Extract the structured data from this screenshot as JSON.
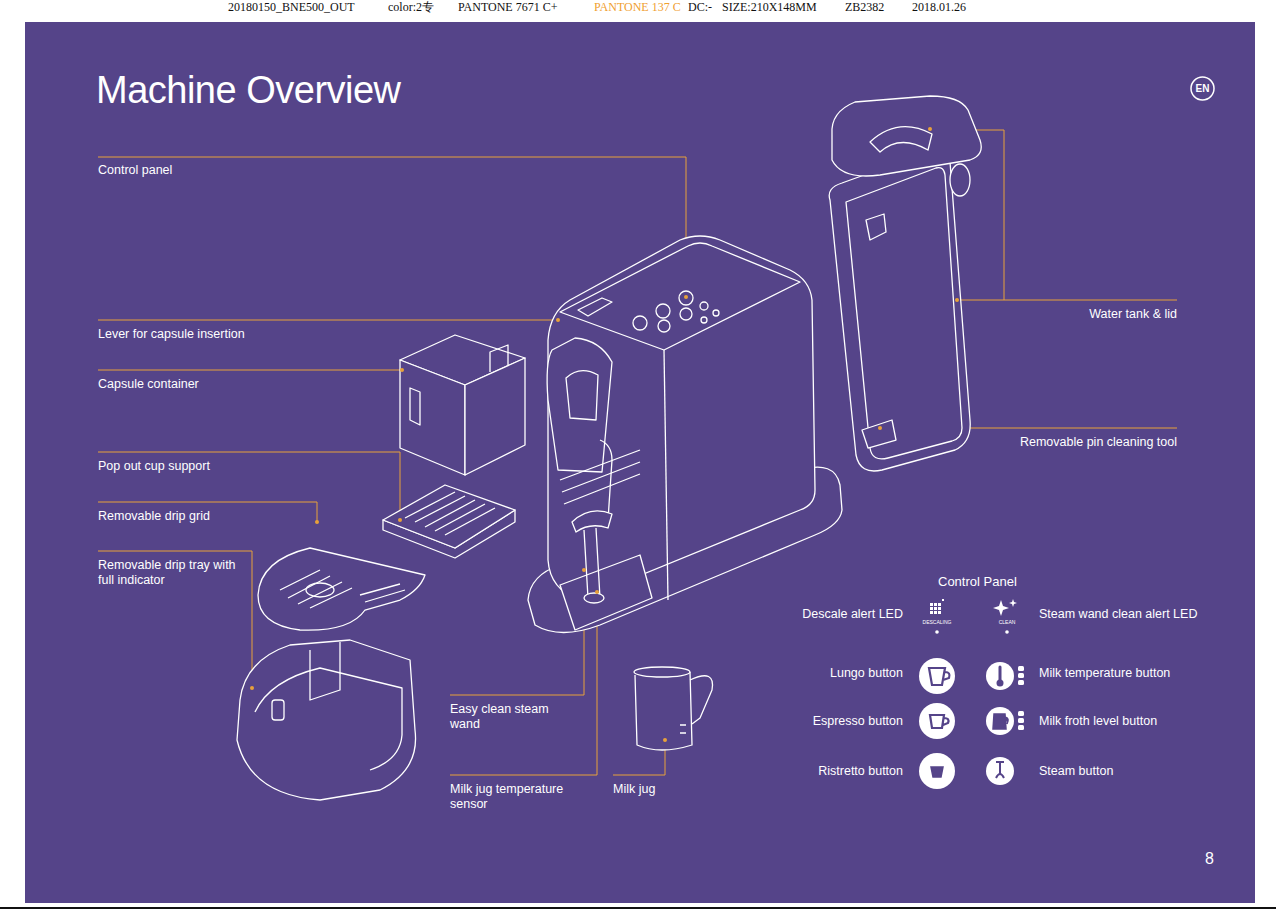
{
  "diagram": {
    "title": "Machine Overview",
    "nodes": [
      {
        "text": [
          "EN"
        ]
      }
    ],
    "labels": [
      "20180150_BNE500_OUT",
      "color:2专",
      "PANTONE 7671 C+",
      "PANTONE 137 C",
      "DC:-",
      "SIZE:210X148MM",
      "ZB2382",
      "2018.01.26",
      "Control panel",
      "Lever for capsule insertion",
      "Capsule container",
      "Pop out cup support",
      "Removable drip grid",
      "Removable drip tray with full indicator",
      "Water tank & lid",
      "Removable pin cleaning tool",
      "Easy clean steam wand",
      "Milk jug temperature sensor",
      "Milk jug",
      "Control Panel",
      "Descale alert LED",
      "DESCALING",
      "Steam wand clean alert LED",
      "CLEAN",
      "Lungo button",
      "Milk temperature button",
      "Espresso button",
      "Milk froth level button",
      "Ristretto button",
      "Steam button",
      "8"
    ]
  }
}
